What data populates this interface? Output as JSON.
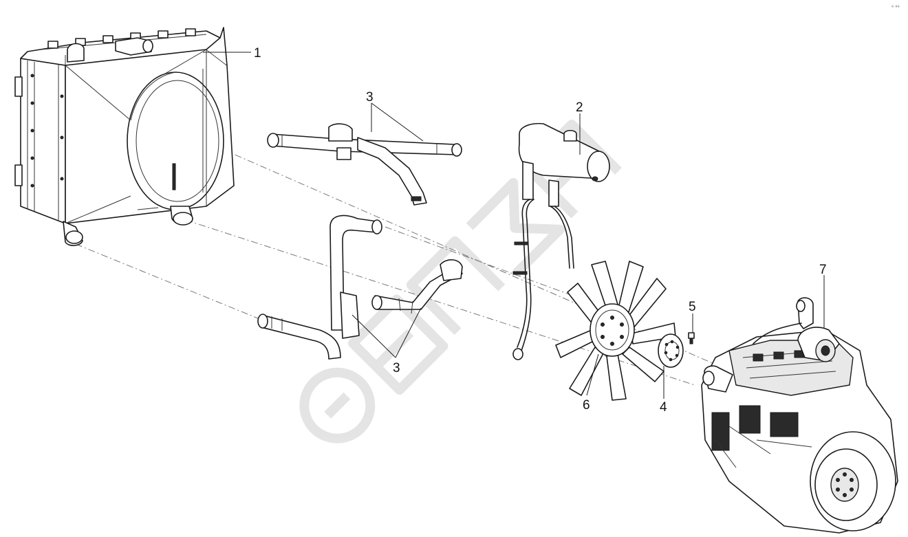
{
  "callouts": {
    "c1": "1",
    "c2": "2",
    "c3a": "3",
    "c3b": "3",
    "c4": "4",
    "c5": "5",
    "c6": "6",
    "c7": "7"
  },
  "watermark": "МАЗ",
  "corner_mark": "° °°"
}
